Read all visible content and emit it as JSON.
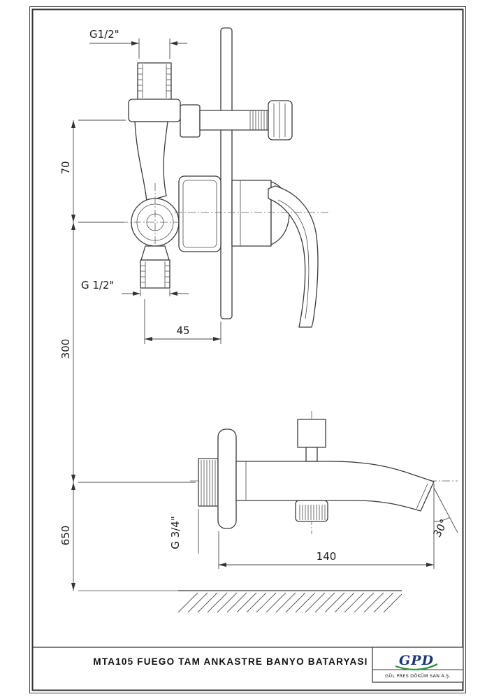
{
  "drawing": {
    "title": "MTA105 FUEGO TAM ANKASTRE BANYO BATARYASI",
    "dimensions": {
      "top_thread": "G1/2\"",
      "body_height": "70",
      "outlet_thread": "G 1/2\"",
      "outlet_offset": "45",
      "spout_drop": "300",
      "floor_height": "650",
      "spout_thread": "G 3/4\"",
      "spout_length": "140",
      "spout_angle": "30°"
    },
    "title_block": {
      "logo": "GPD",
      "company": "GÜL PRES DÖKÜM SAN A.Ş."
    }
  }
}
